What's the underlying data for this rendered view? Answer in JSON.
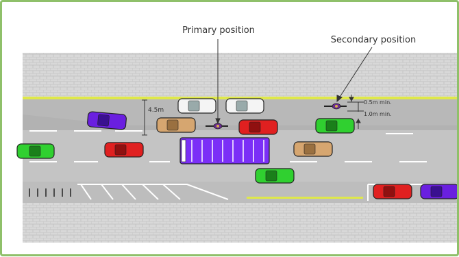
{
  "labels": {
    "primary": "Primary position",
    "secondary": "Secondary position",
    "width_road": "4.5m",
    "dist_kerb_1": "0.5m min.",
    "dist_kerb_2": "1.0m min."
  },
  "colors": {
    "paving": "#d3d3d3",
    "road": "#c8c8c8",
    "lane_marking": "#ffffff",
    "yellow_line": "#dfe84a",
    "border": "#8fc06a",
    "cyclist": "#6a2c91",
    "bus": "#7b2ff7"
  }
}
